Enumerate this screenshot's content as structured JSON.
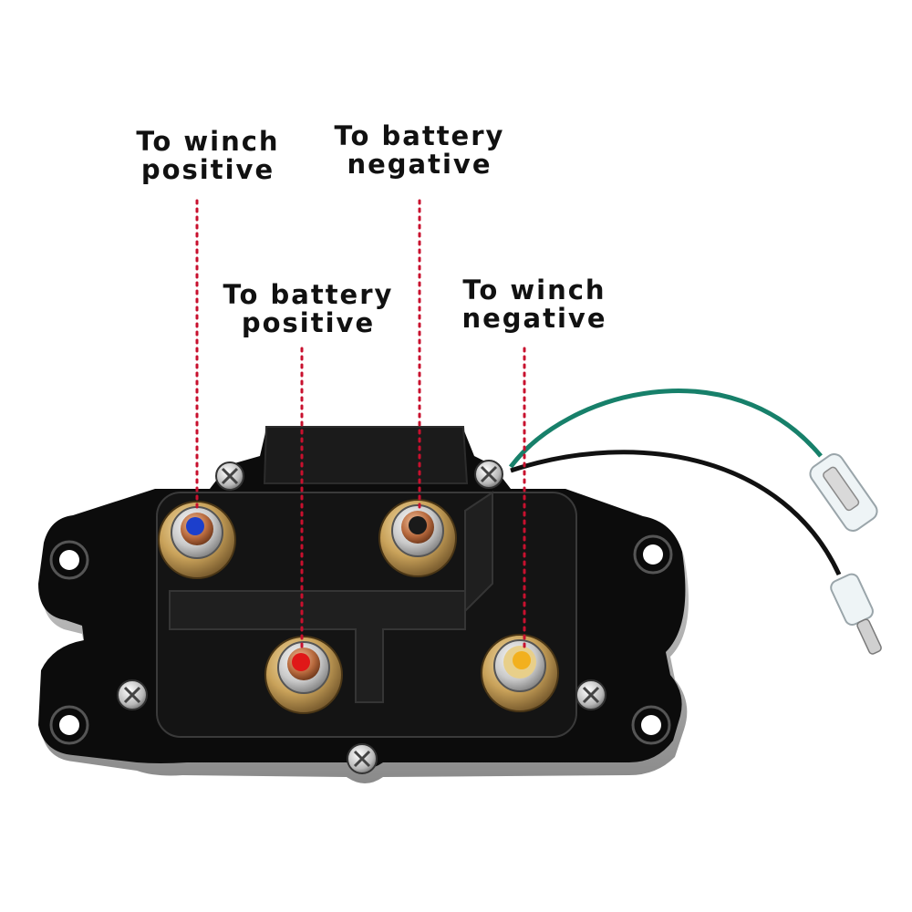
{
  "colors": {
    "leader_line": "#c8102e",
    "housing": "#0c0c0c",
    "terminal_brass": "#c9a25a",
    "cap_blue": "#1c3fcc",
    "cap_black": "#1a1a1a",
    "cap_red": "#e01818",
    "cap_yellow": "#f2b01e",
    "wire_green": "#17806a",
    "wire_black": "#111111"
  },
  "labels": {
    "winch_positive": {
      "line1": "To winch",
      "line2": "positive"
    },
    "battery_negative": {
      "line1": "To battery",
      "line2": "negative"
    },
    "battery_positive": {
      "line1": "To battery",
      "line2": "positive"
    },
    "winch_negative": {
      "line1": "To winch",
      "line2": "negative"
    }
  },
  "icons": [
    "screw-icon",
    "mounting-hole-icon",
    "terminal-post-icon",
    "wire-connector-icon"
  ]
}
